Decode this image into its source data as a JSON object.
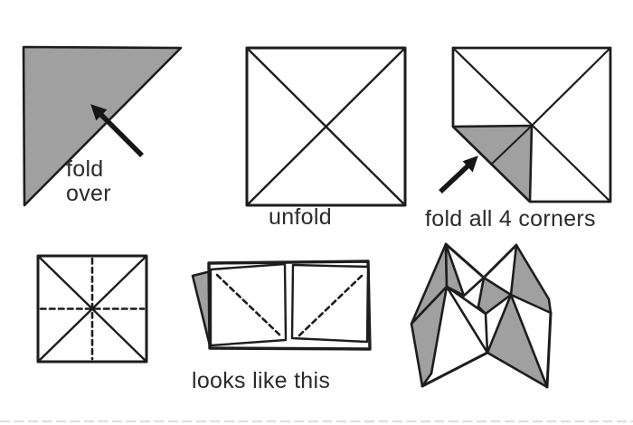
{
  "diagram": {
    "type": "origami-fortune-teller-folding-instructions",
    "labels": {
      "fold_over_1": "fold",
      "fold_over_2": "over",
      "unfold": "unfold",
      "fold_corners": "fold all 4 corners",
      "looks_like": "looks like this"
    },
    "icons": {
      "step1": "arrow-up-left-icon",
      "step3": "arrow-up-right-icon"
    },
    "colors": {
      "paper_gray": "#a0a0a0",
      "outline": "#1d1d1d",
      "text": "#2b2b2b",
      "divider_dash": "#dedede",
      "background": "#ffffff"
    }
  }
}
